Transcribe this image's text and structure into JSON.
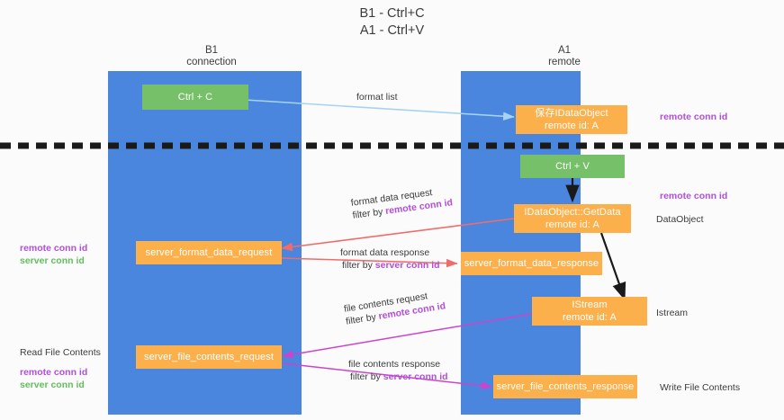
{
  "title": {
    "line1": "B1 - Ctrl+C",
    "line2": "A1 - Ctrl+V"
  },
  "columns": [
    {
      "name": "B1",
      "role": "connection"
    },
    {
      "name": "A1",
      "role": "remote"
    }
  ],
  "nodes": {
    "ctrl_c": {
      "label": "Ctrl + C",
      "color": "#77c06a"
    },
    "ctrl_v": {
      "label": "Ctrl + V",
      "color": "#77c06a"
    },
    "save_idataobject": {
      "line1": "保存IDataObject",
      "line2": "remote id: A",
      "color": "#fbb04c"
    },
    "getdata": {
      "line1": "IDataObject::GetData",
      "line2": "remote id: A",
      "color": "#fbb04c"
    },
    "istream": {
      "line1": "IStream",
      "line2": "remote id: A",
      "color": "#fbb04c"
    },
    "server_format_data_request": {
      "label": "server_format_data_request",
      "color": "#fbb04c"
    },
    "server_format_data_response": {
      "label": "server_format_data_response",
      "color": "#fbb04c"
    },
    "server_file_contents_request": {
      "label": "server_file_contents_request",
      "color": "#fbb04c"
    },
    "server_file_contents_response": {
      "label": "server_file_contents_response",
      "color": "#fbb04c"
    }
  },
  "edges": {
    "format_list": {
      "label": "format list",
      "color": "#a8d3f0"
    },
    "format_data_request": {
      "line1": "format data request",
      "line2_prefix": "filter by ",
      "line2_highlight": "remote conn id",
      "color": "#ef6c6c"
    },
    "format_data_response": {
      "line1": "format data response",
      "line2_prefix": "filter by ",
      "line2_highlight": "server conn id",
      "color": "#ef6c6c"
    },
    "file_contents_request": {
      "line1": "file contents request",
      "line2_prefix": "filter by ",
      "line2_highlight": "remote conn id",
      "color": "#cc44cc"
    },
    "file_contents_response": {
      "line1": "file contents response",
      "line2_prefix": "filter by ",
      "line2_highlight": "server conn id",
      "color": "#cc44cc"
    }
  },
  "annotations": {
    "left_format": {
      "remote": "remote conn id",
      "server": "server conn id"
    },
    "left_file": {
      "heading": "Read File Contents",
      "remote": "remote conn id",
      "server": "server conn id"
    },
    "right_top_remote": "remote conn id",
    "right_getdata_remote": "remote conn id",
    "right_dataobject": "DataObject",
    "right_istream": "Istream",
    "right_write_file": "Write File Contents"
  },
  "colors": {
    "lane": "#4a86de",
    "green": "#77c06a",
    "orange": "#fbb04c",
    "purple": "#b14fd8",
    "green_text": "#63bd5e",
    "red_arrow": "#ef6c6c",
    "magenta_arrow": "#cc44cc",
    "lightblue_arrow": "#a8d3f0",
    "divider": "#1a1a1a"
  }
}
